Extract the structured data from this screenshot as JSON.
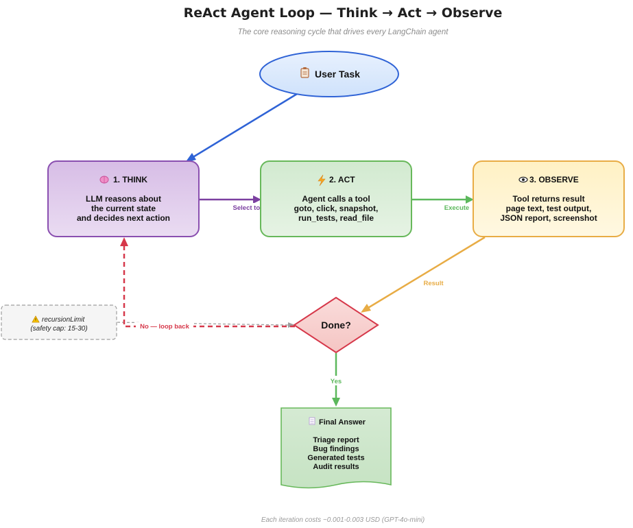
{
  "title": "ReAct Agent Loop — Think → Act → Observe",
  "subtitle": "The core reasoning cycle that drives every LangChain agent",
  "footer": "Each iteration costs ~0.001-0.003 USD (GPT-4o-mini)",
  "colors": {
    "user_task_fill": "#dae8fc",
    "user_task_stroke": "#2f63d6",
    "think_fill": "#e1d5e7",
    "think_stroke": "#8a4fb0",
    "act_fill": "#d5e8d4",
    "act_stroke": "#67b85a",
    "observe_fill": "#fff2cc",
    "observe_stroke": "#e8ac45",
    "done_fill": "#f8cecc",
    "done_stroke": "#d6384a",
    "final_fill": "#d5e8d4",
    "final_stroke": "#67b85a",
    "note_fill": "#f5f5f5",
    "note_stroke": "#9e9e9e",
    "edge_blue": "#2f63d6",
    "edge_purple": "#7b3fa0",
    "edge_green": "#5cb85c",
    "edge_orange": "#e8ac45",
    "edge_red": "#d6384a",
    "edge_gray": "#9e9e9e"
  },
  "nodes": {
    "user_task": {
      "icon": "clipboard-icon",
      "label": "User Task"
    },
    "think": {
      "icon": "brain-icon",
      "heading": "1. THINK",
      "lines": [
        "LLM reasons about",
        "the current state",
        "and decides next action"
      ]
    },
    "act": {
      "icon": "lightning-icon",
      "heading": "2. ACT",
      "lines": [
        "Agent calls a tool",
        "goto, click, snapshot,",
        "run_tests, read_file"
      ]
    },
    "observe": {
      "icon": "eye-icon",
      "heading": "3. OBSERVE",
      "lines": [
        "Tool returns result",
        "page text, test output,",
        "JSON report, screenshot"
      ]
    },
    "done": {
      "label": "Done?"
    },
    "final": {
      "icon": "memo-icon",
      "heading": "Final Answer",
      "lines": [
        "Triage report",
        "Bug findings",
        "Generated tests",
        "Audit results"
      ]
    },
    "note": {
      "icon": "warning-icon",
      "label": "recursionLimit",
      "sublabel": "(safety cap: 15-30)"
    }
  },
  "edges": {
    "think_to_act": "Select tool + args",
    "act_to_observe": "Execute",
    "observe_to_done": "Result",
    "done_to_final": "Yes",
    "done_to_think": "No — loop back"
  }
}
